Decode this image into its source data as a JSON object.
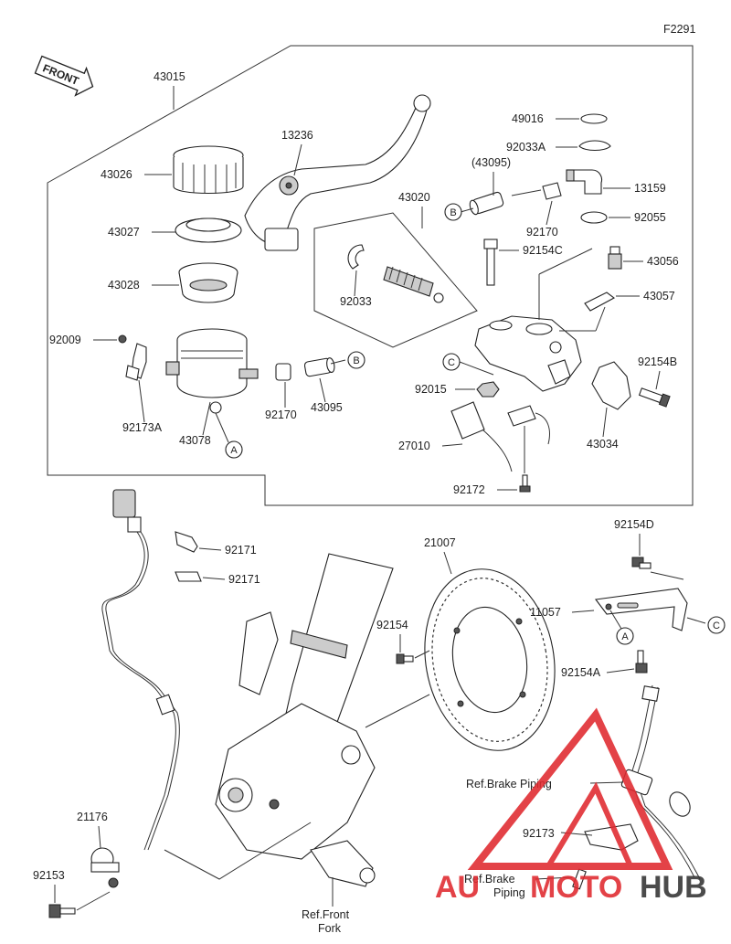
{
  "figure_code": "F2291",
  "front_label": "FRONT",
  "parts": {
    "p43015": "43015",
    "p13236": "13236",
    "p43026": "43026",
    "p43027": "43027",
    "p43028": "43028",
    "p92009": "92009",
    "p92173A": "92173A",
    "p43078": "43078",
    "p92170a": "92170",
    "p43095": "43095",
    "p43095_ref": "(43095)",
    "p43020": "43020",
    "p92033": "92033",
    "p49016": "49016",
    "p92033A": "92033A",
    "p13159": "13159",
    "p92170b": "92170",
    "p92055": "92055",
    "p92154C": "92154C",
    "p43056": "43056",
    "p43057": "43057",
    "p92154B": "92154B",
    "p92015": "92015",
    "p27010": "27010",
    "p43034": "43034",
    "p92172": "92172",
    "p92171a": "92171",
    "p92171b": "92171",
    "p21007": "21007",
    "p92154D": "92154D",
    "p11057": "11057",
    "p92154": "92154",
    "p92154A": "92154A",
    "p21176": "21176",
    "p92153": "92153",
    "p92173": "92173",
    "ref_brake_piping_1": "Ref.Brake Piping",
    "ref_brake_piping_2a": "Ref.Brake",
    "ref_brake_piping_2b": "Piping",
    "ref_front_fork_a": "Ref.Front",
    "ref_front_fork_b": "Fork"
  },
  "callouts": {
    "A": "A",
    "B": "B",
    "C": "C"
  },
  "watermark": {
    "text_left": "AU",
    "text_mid": "MOTO",
    "text_right": "HUB",
    "color_red": "#e0282e",
    "color_dark": "#333333"
  }
}
